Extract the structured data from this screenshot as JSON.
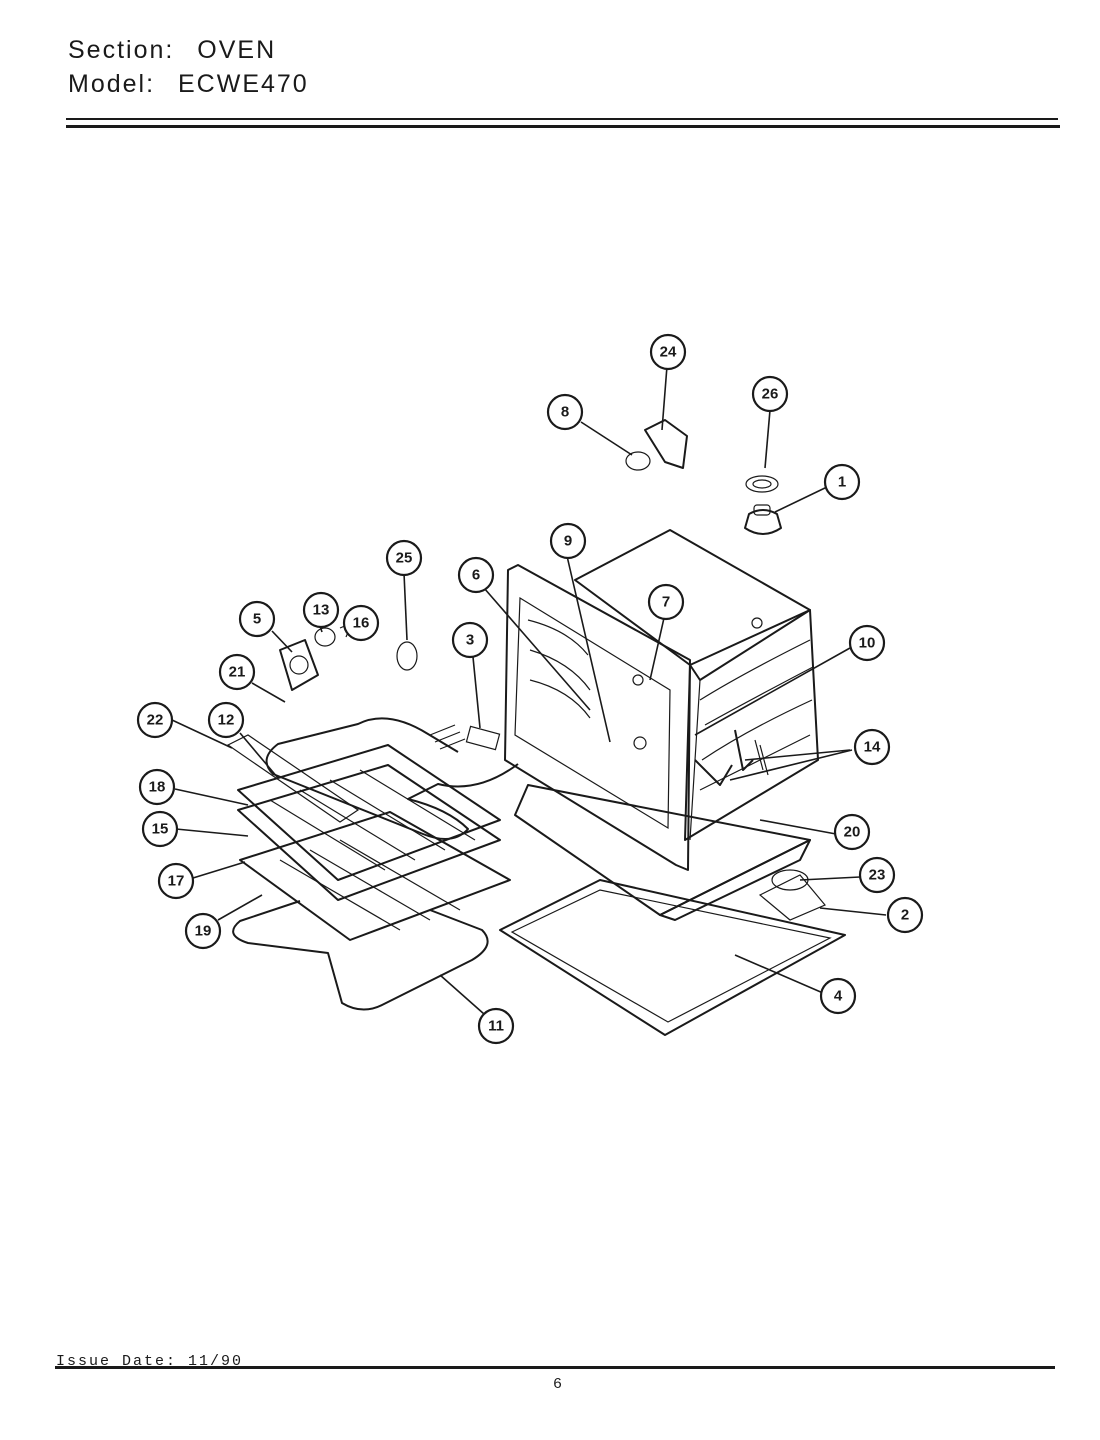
{
  "header": {
    "section_label": "Section:",
    "section_value": "OVEN",
    "model_label": "Model:",
    "model_value": "ECWE470"
  },
  "footer": {
    "issue_date": "Issue Date: 11/90",
    "page_number": "6"
  },
  "callouts": [
    "1",
    "2",
    "3",
    "4",
    "5",
    "6",
    "7",
    "8",
    "9",
    "10",
    "11",
    "12",
    "13",
    "14",
    "15",
    "16",
    "17",
    "18",
    "19",
    "20",
    "21",
    "22",
    "23",
    "24",
    "25",
    "26"
  ]
}
